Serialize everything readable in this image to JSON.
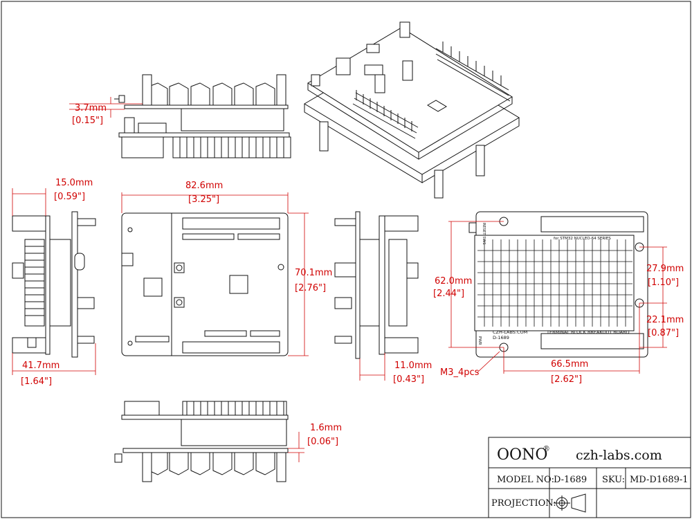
{
  "dimensions": {
    "top_overhang": {
      "mm": "3.7mm",
      "inch": "[0.15\"]"
    },
    "side_thickness": {
      "mm": "15.0mm",
      "inch": "[0.59\"]"
    },
    "board_width": {
      "mm": "82.6mm",
      "inch": "[3.25\"]"
    },
    "board_height": {
      "mm": "70.1mm",
      "inch": "[2.76\"]"
    },
    "side_depth": {
      "mm": "41.7mm",
      "inch": "[1.64\"]"
    },
    "side_standoff": {
      "mm": "11.0mm",
      "inch": "[0.43\"]"
    },
    "hole_vertical": {
      "mm": "62.0mm",
      "inch": "[2.44\"]"
    },
    "hole_upper": {
      "mm": "27.9mm",
      "inch": "[1.10\"]"
    },
    "hole_lower": {
      "mm": "22.1mm",
      "inch": "[0.87\"]"
    },
    "hole_horizontal": {
      "mm": "66.5mm",
      "inch": "[2.62\"]"
    },
    "mount_holes": "M3_4pcs",
    "pcb_thickness": {
      "mm": "1.6mm",
      "inch": "[0.06\"]"
    }
  },
  "board_labels": {
    "series": "for STM32 NUCLEO-64 SERIES",
    "brand": "CZH-LABS.COM",
    "product_code": "D-1689",
    "board_name": "TERMINAL BLOCK BREAKOUT BOARD",
    "pwr": "PWR",
    "reset": "RESET SW1"
  },
  "title_block": {
    "brand": "OONO",
    "trademark": "®",
    "website": "czh-labs.com",
    "model_label": "MODEL NO:",
    "model_value": "D-1689",
    "sku_label": "SKU:",
    "sku_value": "MD-D1689-1",
    "projection_label": "PROJECTION:"
  }
}
